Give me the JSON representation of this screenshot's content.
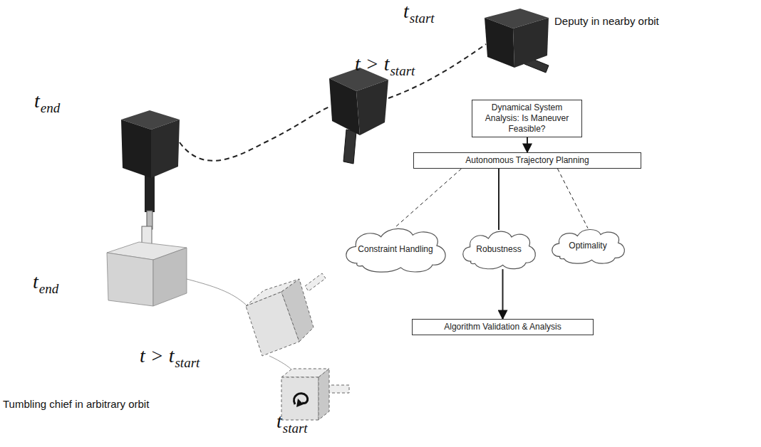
{
  "diagram": {
    "nodes": [
      {
        "text": [
          "Dynamical System Analysis: Is Maneuver Feasible?"
        ]
      },
      {
        "text": [
          "Autonomous Trajectory Planning"
        ]
      },
      {
        "text": [
          "Constraint Handling"
        ]
      },
      {
        "text": [
          "Robustness"
        ]
      },
      {
        "text": [
          "Optimality"
        ]
      },
      {
        "text": [
          "Algorithm Validation & Analysis"
        ]
      }
    ],
    "edges": [
      {
        "from": 0,
        "to": 1,
        "arrow": "to"
      },
      {
        "from": 1,
        "to": 2,
        "arrow": "none"
      },
      {
        "from": 1,
        "to": 3,
        "arrow": "none"
      },
      {
        "from": 1,
        "to": 4,
        "arrow": "none"
      },
      {
        "from": 3,
        "to": 5,
        "arrow": "to"
      }
    ],
    "labels": [
      "t",
      "start",
      "t > t",
      "start",
      "t",
      "end",
      "Deputy in nearby orbit",
      "t",
      "end",
      "t > t",
      "start",
      "t",
      "start",
      "Tumbling chief in arbitrary orbit"
    ]
  }
}
